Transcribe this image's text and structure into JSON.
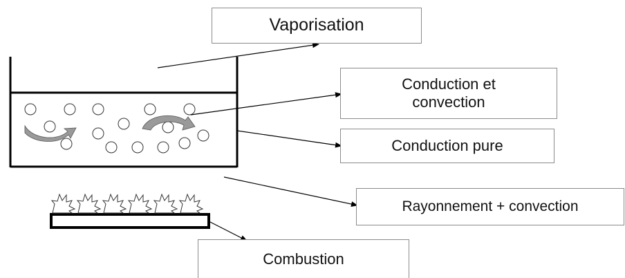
{
  "labels": {
    "vaporisation": "Vaporisation",
    "conduction_convection_line1": "Conduction et",
    "conduction_convection_line2": "convection",
    "conduction_pure": "Conduction pure",
    "rayonnement": "Rayonnement + convection",
    "combustion": "Combustion"
  },
  "colors": {
    "stroke": "#000000",
    "box_border": "#8a8a8a",
    "convection_arrow_fill": "#9a9a9a"
  },
  "icons": {
    "bubble": "circle-outline",
    "convection": "curved-arrow-icon",
    "flame": "flame-icon"
  }
}
